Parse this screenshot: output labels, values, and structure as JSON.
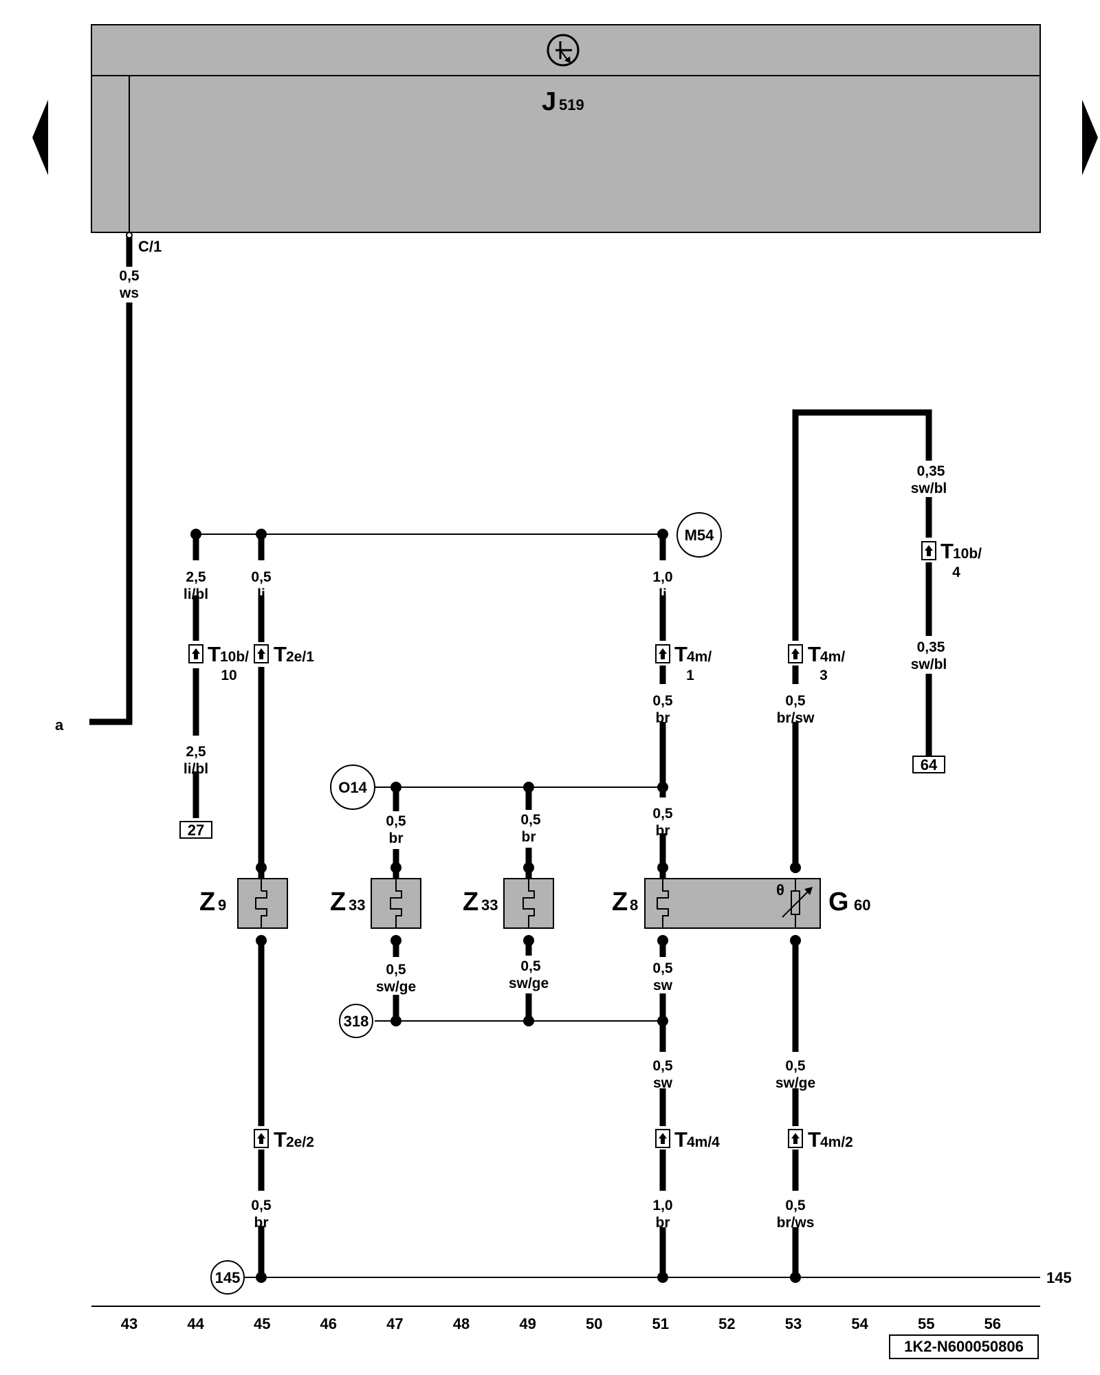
{
  "control_unit": {
    "name": "J",
    "number": "519",
    "pin": "C/1"
  },
  "page_nav": {
    "prev": "previous-page",
    "next": "next-page"
  },
  "wires": {
    "c1": [
      "0,5",
      "ws"
    ],
    "p44a": [
      "2,5",
      "li/bl"
    ],
    "p44b": [
      "2,5",
      "li/bl"
    ],
    "p45a": [
      "0,5",
      "li"
    ],
    "p45b": [
      "0,5",
      "br"
    ],
    "p47a": [
      "0,5",
      "br"
    ],
    "p47b": [
      "0,5",
      "sw/ge"
    ],
    "p49a": [
      "0,5",
      "br"
    ],
    "p49b": [
      "0,5",
      "sw/ge"
    ],
    "p51a": [
      "1,0",
      "li"
    ],
    "p51b": [
      "0,5",
      "br"
    ],
    "p51c": [
      "0,5",
      "br"
    ],
    "p51d": [
      "0,5",
      "sw"
    ],
    "p51e": [
      "0,5",
      "sw"
    ],
    "p51f": [
      "1,0",
      "br"
    ],
    "p53a": [
      "0,5",
      "br/sw"
    ],
    "p53b": [
      "0,5",
      "sw/ge"
    ],
    "p53c": [
      "0,5",
      "br/ws"
    ],
    "p55a": [
      "0,35",
      "sw/bl"
    ],
    "p55b": [
      "0,35",
      "sw/bl"
    ]
  },
  "connectors": {
    "t10b10": [
      "T",
      "10b/",
      "10"
    ],
    "t2e1": [
      "T",
      "2e/1",
      ""
    ],
    "t4m1": [
      "T",
      "4m/",
      "1"
    ],
    "t4m3": [
      "T",
      "4m/",
      "3"
    ],
    "t10b4": [
      "T",
      "10b/",
      "4"
    ],
    "t2e2": [
      "T",
      "2e/2",
      ""
    ],
    "t4m4": [
      "T",
      "4m/4",
      ""
    ],
    "t4m2": [
      "T",
      "4m/2",
      ""
    ]
  },
  "components": {
    "z9": [
      "Z",
      "9"
    ],
    "z33a": [
      "Z",
      "33"
    ],
    "z33b": [
      "Z",
      "33"
    ],
    "z8": [
      "Z",
      "8"
    ],
    "g60": [
      "G",
      "60"
    ]
  },
  "sensor_mark": "θ",
  "ground_points": {
    "m54": "M54",
    "o14": "O14",
    "n318": "318",
    "n145": "145"
  },
  "continuation": {
    "a": "a",
    "line145": "145"
  },
  "references": {
    "r27": "27",
    "r64": "64"
  },
  "columns": [
    "43",
    "44",
    "45",
    "46",
    "47",
    "48",
    "49",
    "50",
    "51",
    "52",
    "53",
    "54",
    "55",
    "56"
  ],
  "doc_id": "1K2-N600050806"
}
